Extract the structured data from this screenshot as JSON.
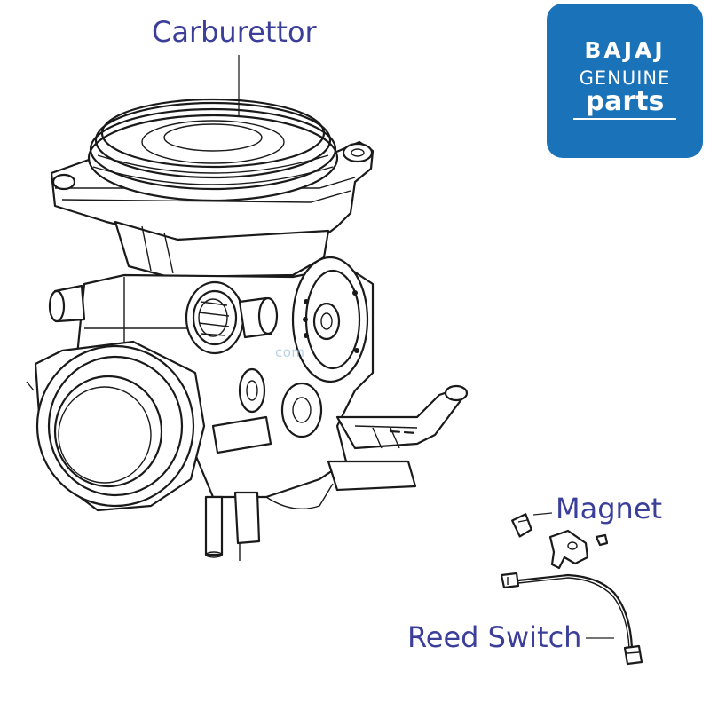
{
  "labels": {
    "carburettor": "Carburettor",
    "magnet": "Magnet",
    "reed_switch": "Reed Switch"
  },
  "logo": {
    "brand": "BAJAJ",
    "line1": "GENUINE",
    "line2": "parts",
    "color": "#1a73b8"
  },
  "watermark": {
    "text": "com"
  },
  "colors": {
    "label": "#3b3f9a",
    "line_art": "#1a1a1a"
  }
}
